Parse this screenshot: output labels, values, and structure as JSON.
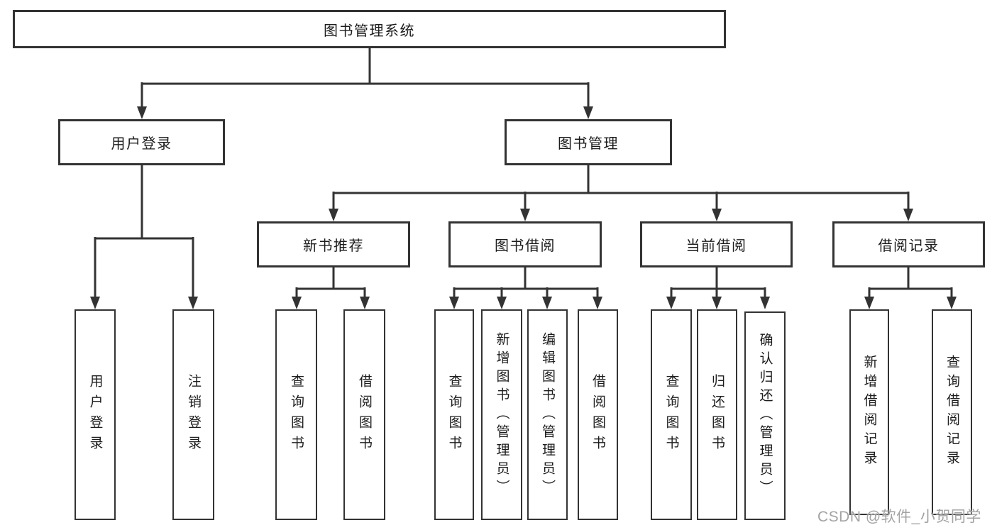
{
  "tree": {
    "label": "图书管理系统",
    "children": [
      {
        "label": "用户登录",
        "children": [
          {
            "label": "用户登录"
          },
          {
            "label": "注销登录"
          }
        ]
      },
      {
        "label": "图书管理",
        "children": [
          {
            "label": "新书推荐",
            "children": [
              {
                "label": "查询图书"
              },
              {
                "label": "借阅图书"
              }
            ]
          },
          {
            "label": "图书借阅",
            "children": [
              {
                "label": "查询图书"
              },
              {
                "label": "新增图书（管理员）"
              },
              {
                "label": "编辑图书（管理员）"
              },
              {
                "label": "借阅图书"
              }
            ]
          },
          {
            "label": "当前借阅",
            "children": [
              {
                "label": "查询图书"
              },
              {
                "label": "归还图书"
              },
              {
                "label": "确认归还（管理员）"
              }
            ]
          },
          {
            "label": "借阅记录",
            "children": [
              {
                "label": "新增借阅记录"
              },
              {
                "label": "查询借阅记录"
              }
            ]
          }
        ]
      }
    ]
  },
  "watermark": "CSDN @软件_小贺同学",
  "colors": {
    "line": "#333333",
    "box_border": "#333333",
    "box_fill": "#ffffff",
    "text": "#1c1c1c",
    "background": "#ffffff",
    "watermark": "#a3a3a3"
  }
}
